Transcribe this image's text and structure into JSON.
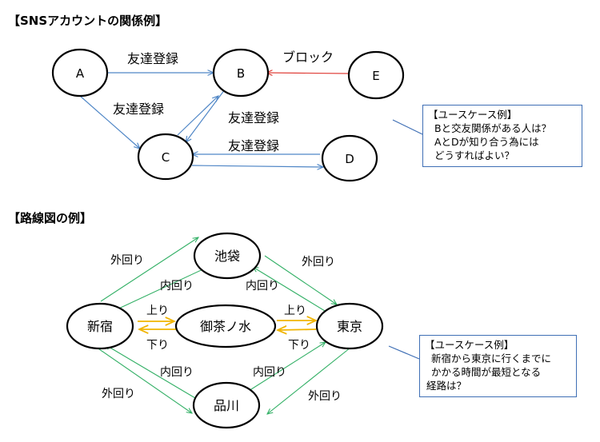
{
  "section1": {
    "title": "【SNSアカウントの関係例】",
    "nodes": {
      "a": "A",
      "b": "B",
      "c": "C",
      "d": "D",
      "e": "E"
    },
    "edge_labels": {
      "a_b": "友達登録",
      "a_c": "友達登録",
      "c_b": "友達登録",
      "c_d": "友達登録",
      "e_b": "ブロック"
    },
    "callout": {
      "header": "【ユースケース例】",
      "lines": [
        "Bと交友関係がある人は？",
        "AとDが知り合う為には",
        "どうすればよい？"
      ]
    }
  },
  "section2": {
    "title": "【路線図の例】",
    "stations": {
      "ikebukuro": "池袋",
      "shinjuku": "新宿",
      "ochanomizu": "御茶ノ水",
      "tokyo": "東京",
      "shinagawa": "品川"
    },
    "labels": {
      "outer_loop": "外回り",
      "inner_loop": "内回り",
      "up": "上り",
      "down": "下り"
    },
    "callout": {
      "header": "【ユースケース例】",
      "lines": [
        "新宿から東京に行くまでに",
        "かかる時間が最短となる",
        "経路は？"
      ]
    }
  },
  "colors": {
    "blue_arrow": "#4f86c6",
    "red_arrow": "#e0403a",
    "green_arrow": "#33b066",
    "orange_arrow": "#f0b400",
    "callout_border": "#3f6fb5"
  }
}
